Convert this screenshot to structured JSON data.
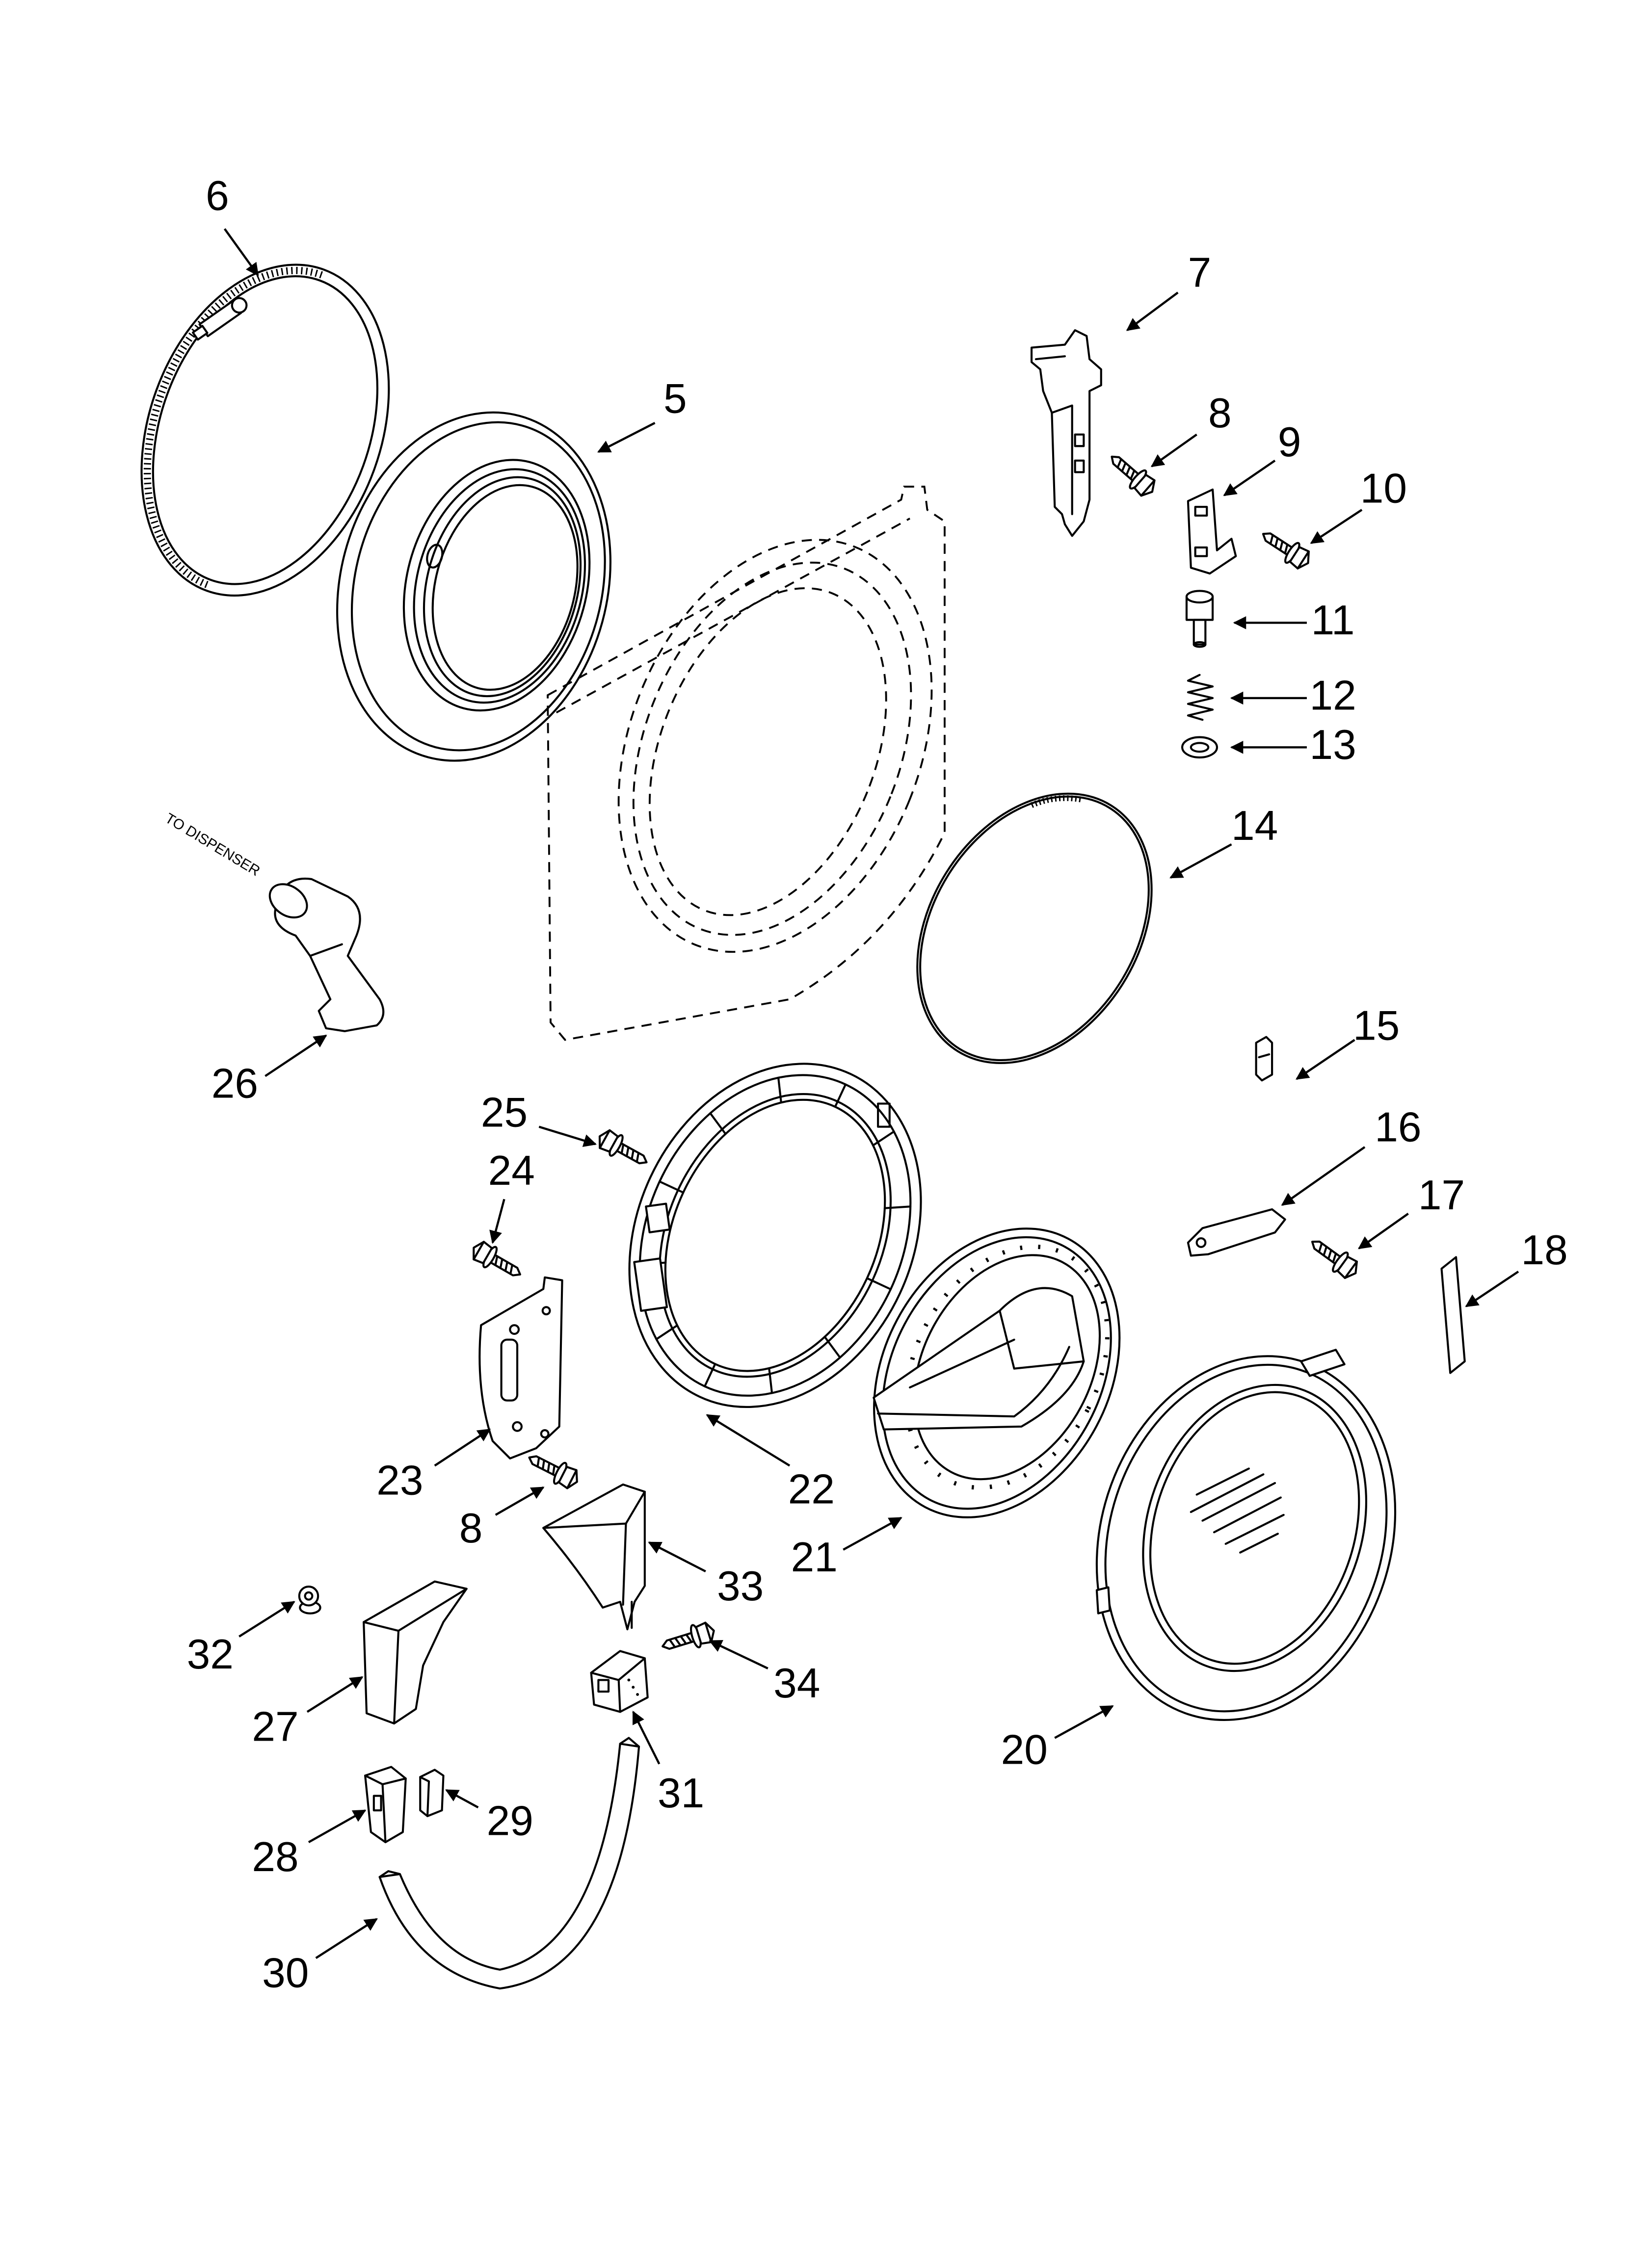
{
  "colors": {
    "ink": "#000000",
    "paper": "#ffffff"
  },
  "diagram": {
    "note": "TO DISPENSER",
    "callouts": [
      "6",
      "7",
      "5",
      "8",
      "9",
      "10",
      "11",
      "12",
      "13",
      "14",
      "26",
      "15",
      "25",
      "24",
      "16",
      "17",
      "18",
      "23",
      "22",
      "8",
      "21",
      "33",
      "32",
      "34",
      "27",
      "20",
      "31",
      "29",
      "28",
      "30"
    ]
  }
}
